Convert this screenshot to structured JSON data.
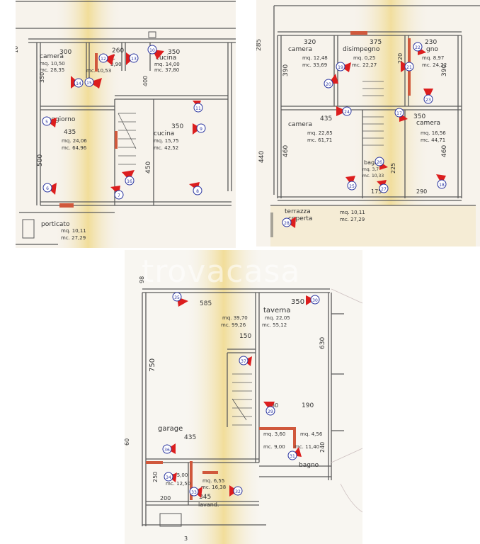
{
  "watermark": "trovacasa",
  "panels": {
    "top_left": {
      "labels": {
        "dim_300": "300",
        "dim_260": "260",
        "dim_350_top": "350",
        "camera": "camera",
        "camera_mq": "mq. 10,50",
        "camera_mc": "mc. 28,35",
        "c_mq": "C",
        "c_mq2": "3,90",
        "c_mc": "mc. 10,53",
        "cucina_small": "cucina",
        "cucina_small_mq": "mq. 14,00",
        "cucina_small_mc": "mc. 37,80",
        "dim_350_side": "350",
        "dim_400": "400",
        "soggiorno": "soggiorno",
        "dim_435": "435",
        "sogg_mq": "mq. 24,06",
        "sogg_mc": "mc. 64,96",
        "cucina": "cucina",
        "dim_350_k": "350",
        "cucina_mq": "mq. 15,75",
        "cucina_mc": "mc. 42,52",
        "dim_500": "500",
        "dim_450": "450",
        "porticato": "porticato",
        "portic_mq": "mq. 10,11",
        "portic_mc": "mc. 27,29",
        "side_10": "10"
      },
      "markers": [
        "12",
        "13",
        "10",
        "14",
        "15",
        "11",
        "5",
        "9",
        "16",
        "6",
        "7",
        "8"
      ]
    },
    "top_right": {
      "labels": {
        "dim_285": "285",
        "dim_320": "320",
        "dim_375": "375",
        "dim_230": "230",
        "camera1": "camera",
        "camera1_mq": "mq. 12,48",
        "camera1_mc": "mc. 33,69",
        "disimpegno": "disimpegno",
        "dis_mq": "mq. 0,25",
        "dis_mc": "mc. 22,27",
        "bagno_top": "gno",
        "bagno_mq": "mq. 8,97",
        "bagno_mc": "mc. 24,22",
        "dim_390_l": "390",
        "dim_390_r": "390",
        "dim_220": "220",
        "camera2": "camera",
        "dim_435": "435",
        "camera2_mq": "mq. 22,85",
        "camera2_mc": "mc. 61,71",
        "camera3": "camera",
        "dim_350": "350",
        "camera3_mq": "mq. 16,56",
        "camera3_mc": "mc. 44,71",
        "dim_440": "440",
        "dim_460_l": "460",
        "dim_460_r": "460",
        "dim_225": "225",
        "bagno2": "bagno",
        "bagno2_mq": "mq. 3,7",
        "bagno2_mc": "mc. 10,33",
        "dim_175": "175",
        "dim_290": "290",
        "terrazza": "terrazza",
        "coperta": "coperta",
        "terr_mq": "mq. 10,11",
        "terr_mc": "mc. 27,29"
      },
      "markers": [
        "22",
        "19",
        "21",
        "20",
        "23",
        "24",
        "17",
        "26",
        "25",
        "27",
        "18",
        "28"
      ]
    },
    "bottom": {
      "labels": {
        "dim_98": "98",
        "dim_585": "585",
        "dim_350": "350",
        "main_mq": "mq. 39,70",
        "main_mc": "mc. 99,26",
        "taverna": "taverna",
        "tav_mq": "mq. 22,05",
        "tav_mc": "mc. 55,12",
        "dim_150": "150",
        "dim_630": "630",
        "dim_750": "750",
        "dim_190": "190",
        "dim_130": "130",
        "garage": "garage",
        "dim_435": "435",
        "b_mq1": "mq. 3,60",
        "b_mq2": "mq. 4,56",
        "b_mc1": "mc. 9,00",
        "b_mc2": "mc. 11,40",
        "dim_240": "240",
        "bagno": "bagno",
        "dim_250": "250",
        "c_mq": "mq. 5,00",
        "c_mc": "mc. 12,50",
        "lav_mq": "mq. 6,55",
        "lav_mc": "mc. 16,38",
        "dim_200": "200",
        "dim_345": "345",
        "lavand": "lavand.",
        "dim_3": "3",
        "dim_60": "60"
      },
      "markers": [
        "35",
        "30",
        "37",
        "29",
        "36",
        "34",
        "33",
        "32",
        "31"
      ]
    }
  },
  "colors": {
    "marker_fill": "#dc1e1e",
    "marker_ring": "#2a35a0",
    "paper": "#f5f1ea",
    "highlight": "#f0d98a",
    "wall": "#5a5a5a"
  }
}
